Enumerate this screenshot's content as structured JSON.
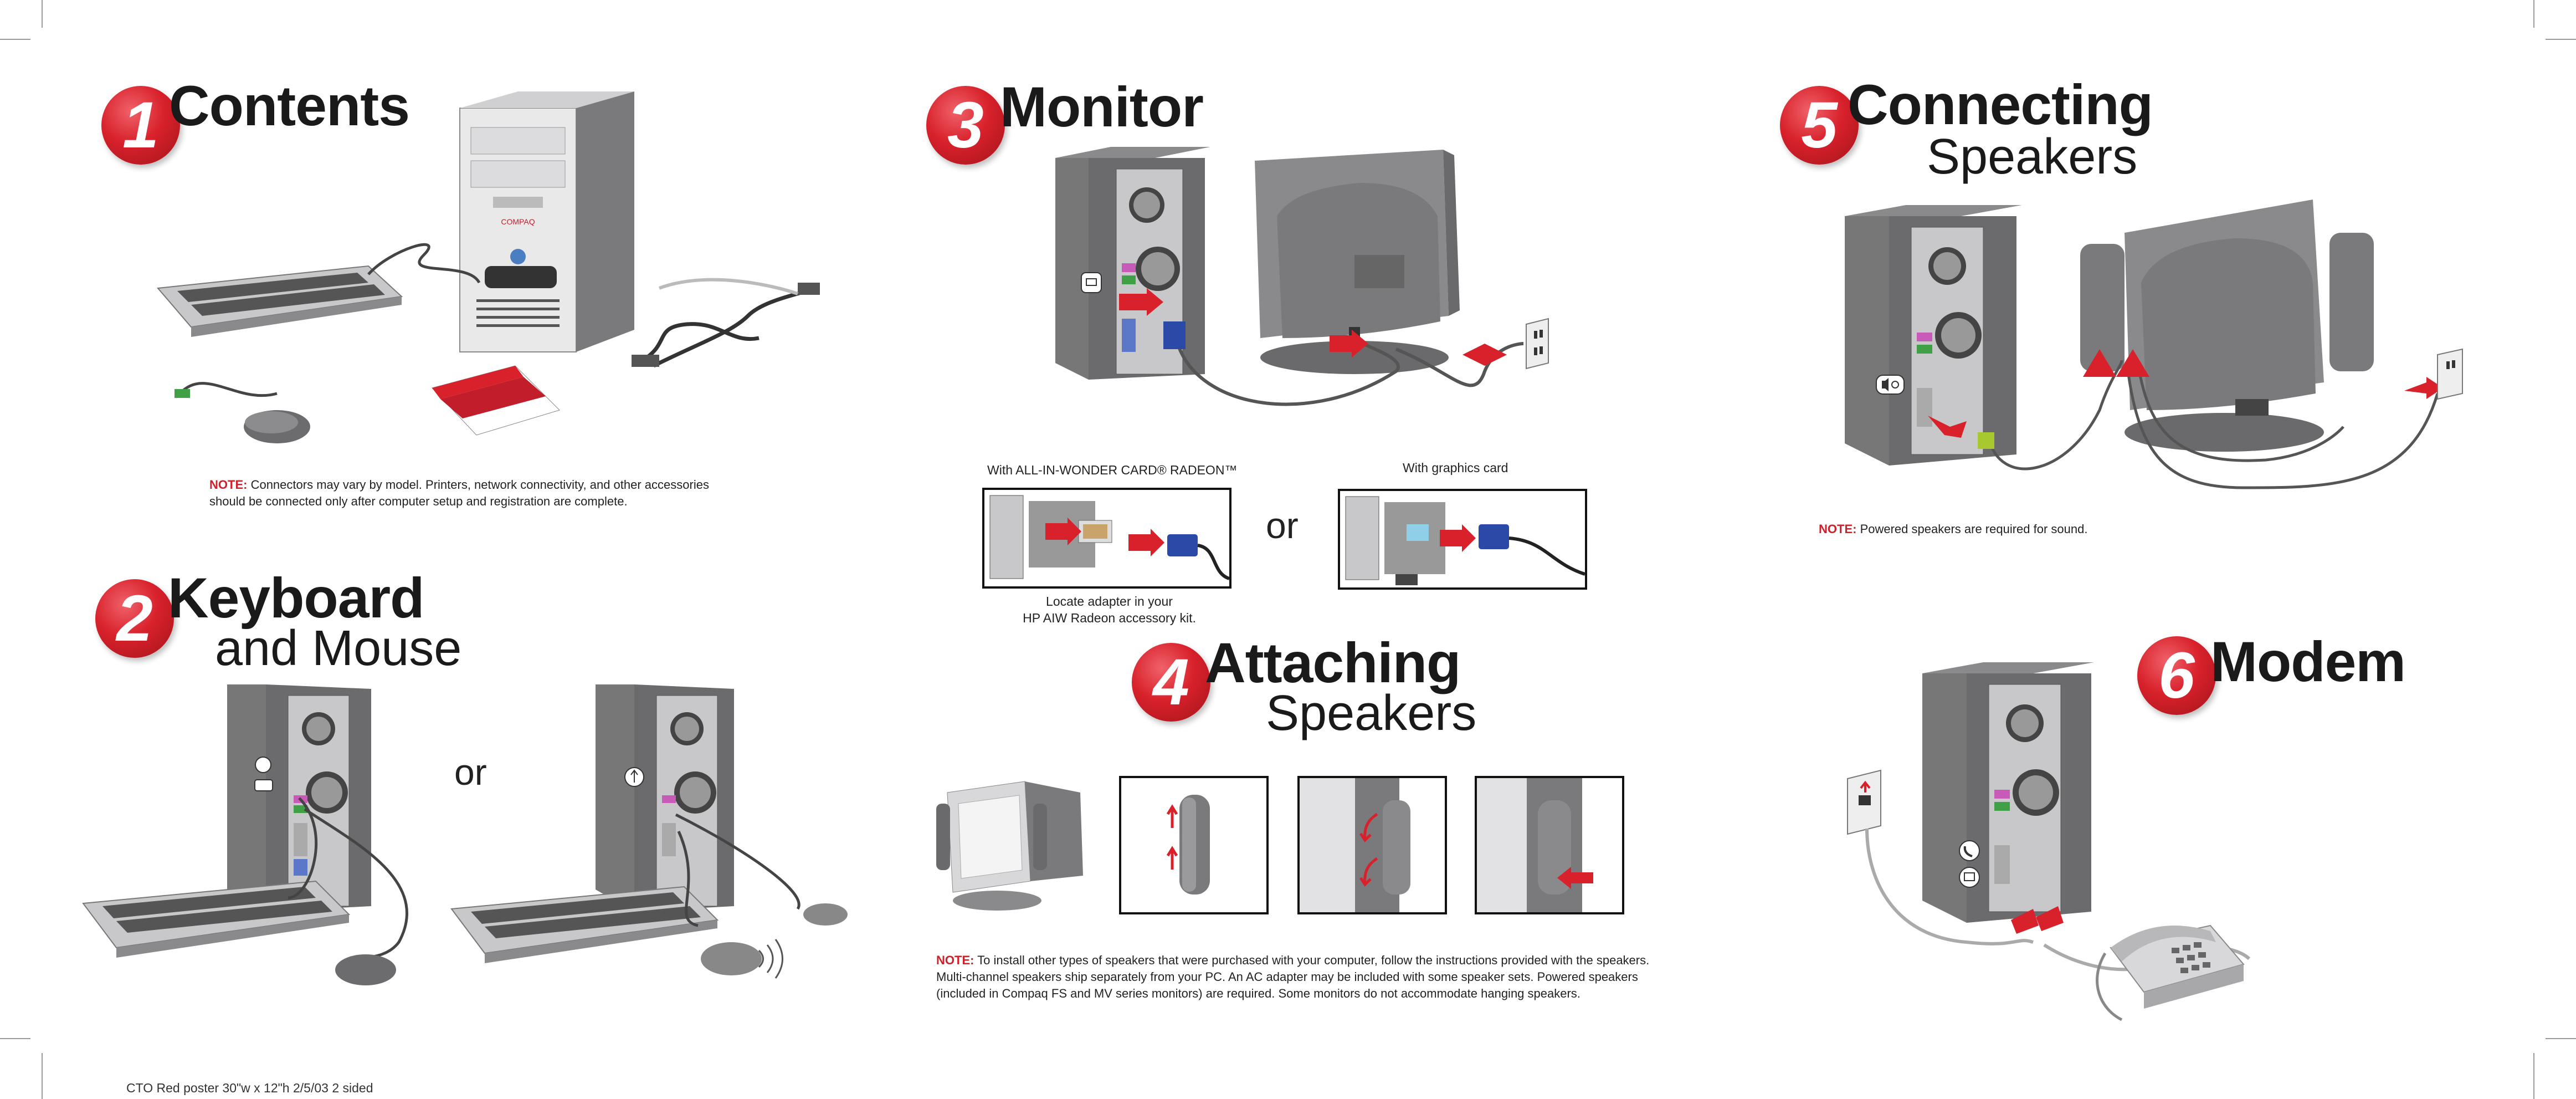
{
  "sections": {
    "s1": {
      "number": "1",
      "title": "Contents",
      "note_label": "NOTE:",
      "note_text": "Connectors may vary by model. Printers, network connectivity, and other accessories",
      "note_text2": "should be connected only after computer setup and registration are complete.",
      "case_brand": "COMPAQ"
    },
    "s2": {
      "number": "2",
      "title": "Keyboard",
      "subtitle": "and Mouse",
      "or": "or"
    },
    "s3": {
      "number": "3",
      "title": "Monitor",
      "caption_left": "With ALL-IN-WONDER CARD® RADEON™",
      "caption_right": "With graphics card",
      "or": "or",
      "locate_line1": "Locate adapter in your",
      "locate_line2": "HP AIW Radeon accessory kit."
    },
    "s4": {
      "number": "4",
      "title": "Attaching",
      "subtitle": "Speakers",
      "note_label": "NOTE:",
      "note_text": "To install other types of speakers that were purchased with your computer, follow the instructions provided with the speakers.",
      "note_text2": "Multi-channel speakers ship separately from your PC.  An AC adapter may be included with some speaker sets.  Powered speakers",
      "note_text3": "(included in Compaq FS and MV series monitors) are required. Some monitors do not accommodate hanging speakers."
    },
    "s5": {
      "number": "5",
      "title": "Connecting",
      "subtitle": "Speakers",
      "note_label": "NOTE:",
      "note_text": "Powered speakers are required for sound."
    },
    "s6": {
      "number": "6",
      "title": "Modem"
    }
  },
  "footer": {
    "text": "CTO Red poster    30\"w x 12\"h   2/5/03    2 sided"
  },
  "colors": {
    "accent_red": "#d8212b",
    "computer_gray": "#6e6e70",
    "cable_gray": "#555555",
    "vga_blue": "#2b4aa8"
  }
}
